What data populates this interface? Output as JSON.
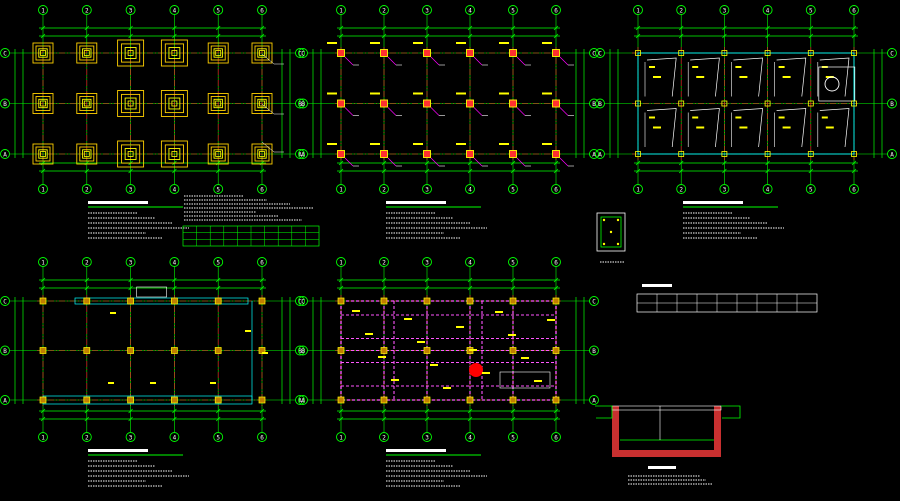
{
  "colors": {
    "background": "#000000",
    "axis_line": "#ff2a2a",
    "grid_green": "#00ff00",
    "column": "#ffff00",
    "text": "#ffffff",
    "beam_cyan": "#00ffff",
    "beam_magenta": "#ff55ff",
    "rebar_red": "#ff0000",
    "leader_magenta": "#ff00ff"
  },
  "panels": [
    {
      "id": "foundation-plan",
      "kind": "footings",
      "col_labels": [
        "1",
        "2",
        "3",
        "4",
        "5",
        "6"
      ],
      "row_labels": [
        "C",
        "B",
        "A"
      ]
    },
    {
      "id": "column-plan",
      "kind": "columns",
      "col_labels": [
        "1",
        "2",
        "3",
        "4",
        "5",
        "6"
      ],
      "row_labels": [
        "C",
        "B",
        "A"
      ]
    },
    {
      "id": "slab-rebar-plan",
      "kind": "slab",
      "col_labels": [
        "1",
        "2",
        "3",
        "4",
        "5",
        "6"
      ],
      "row_labels": [
        "C",
        "B",
        "A"
      ]
    },
    {
      "id": "beam-plan-lower",
      "kind": "beams",
      "col_labels": [
        "1",
        "2",
        "3",
        "4",
        "5",
        "6"
      ],
      "row_labels": [
        "C",
        "B",
        "A"
      ]
    },
    {
      "id": "beam-plan-roof",
      "kind": "roof",
      "col_labels": [
        "1",
        "2",
        "3",
        "4",
        "5",
        "6"
      ],
      "row_labels": [
        "C",
        "B",
        "A"
      ]
    }
  ]
}
